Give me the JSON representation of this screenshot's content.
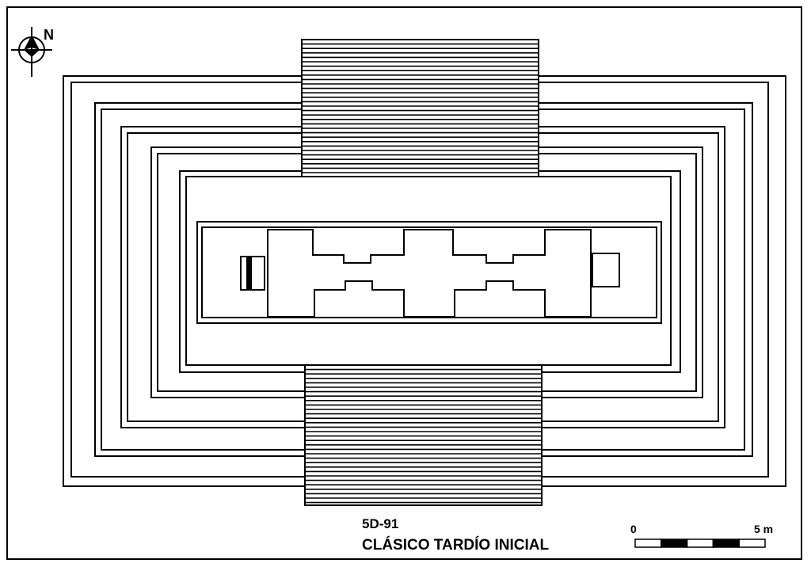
{
  "compass": {
    "label": "N",
    "icon": "north-arrow-icon"
  },
  "caption": {
    "structure_id": "5D-91",
    "period": "CLÁSICO TARDÍO INICIAL"
  },
  "scale_bar": {
    "start_label": "0",
    "end_label": "5 m",
    "segments": 5
  },
  "colors": {
    "ink": "#000000",
    "paper": "#ffffff"
  }
}
